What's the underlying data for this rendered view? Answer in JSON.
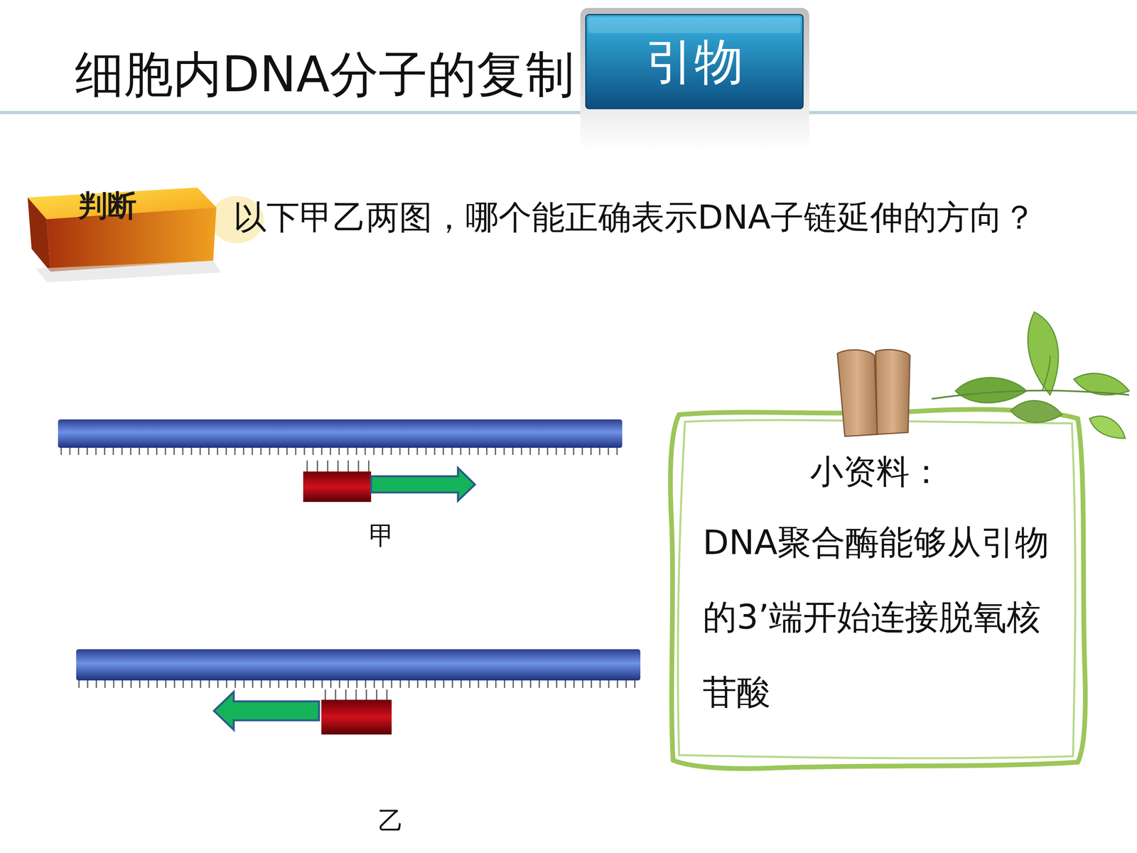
{
  "diagram": {
    "title": "细胞内DNA分子的复制",
    "nodes": [
      {
        "text": [
          "引物"
        ]
      },
      {
        "text": [
          "判断"
        ]
      },
      {
        "text": [
          "小资料：",
          "DNA聚合酶能够从引物的3’端开始连接脱氧核苷酸"
        ]
      }
    ],
    "labels": [
      "以下甲乙两图，哪个能正确表示DNA子链延伸的方向？",
      "甲",
      "乙"
    ]
  }
}
